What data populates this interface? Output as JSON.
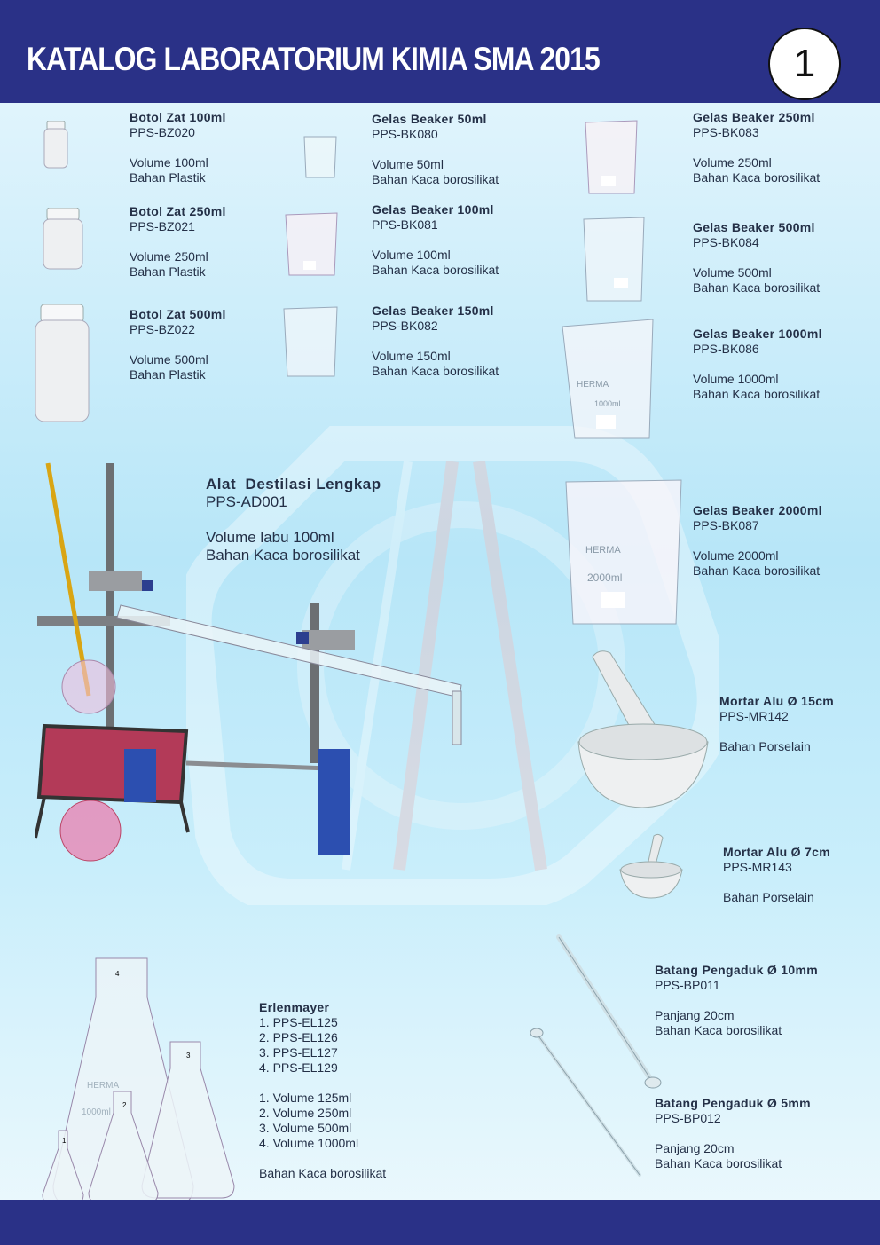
{
  "header": {
    "title": "KATALOG LABORATORIUM KIMIA SMA 2015",
    "page_number": "1"
  },
  "products": [
    {
      "name": "Botol Zat 100ml",
      "code": "PPS-BZ020",
      "lines": [
        "Volume 100ml",
        "Bahan Plastik"
      ]
    },
    {
      "name": "Botol Zat 250ml",
      "code": "PPS-BZ021",
      "lines": [
        "Volume 250ml",
        "Bahan Plastik"
      ]
    },
    {
      "name": "Botol Zat 500ml",
      "code": "PPS-BZ022",
      "lines": [
        "Volume 500ml",
        "Bahan Plastik"
      ]
    },
    {
      "name": "Gelas Beaker 50ml",
      "code": "PPS-BK080",
      "lines": [
        "Volume 50ml",
        "Bahan Kaca borosilikat"
      ]
    },
    {
      "name": "Gelas Beaker 100ml",
      "code": "PPS-BK081",
      "lines": [
        "Volume 100ml",
        "Bahan Kaca borosilikat"
      ]
    },
    {
      "name": "Gelas Beaker 150ml",
      "code": "PPS-BK082",
      "lines": [
        "Volume 150ml",
        "Bahan Kaca borosilikat"
      ]
    },
    {
      "name": "Gelas Beaker 250ml",
      "code": "PPS-BK083",
      "lines": [
        "Volume 250ml",
        "Bahan Kaca borosilikat"
      ]
    },
    {
      "name": "Gelas Beaker 500ml",
      "code": "PPS-BK084",
      "lines": [
        "Volume 500ml",
        "Bahan Kaca borosilikat"
      ]
    },
    {
      "name": "Gelas Beaker 1000ml",
      "code": "PPS-BK086",
      "lines": [
        "Volume 1000ml",
        "Bahan Kaca borosilikat"
      ]
    },
    {
      "name": "Alat  Destilasi Lengkap",
      "code": "PPS-AD001",
      "lines": [
        "Volume labu 100ml",
        "Bahan Kaca borosilikat"
      ]
    },
    {
      "name": "Gelas Beaker 2000ml",
      "code": "PPS-BK087",
      "lines": [
        "Volume 2000ml",
        "Bahan Kaca borosilikat"
      ]
    },
    {
      "name": "Mortar Alu Ø 15cm",
      "code": "PPS-MR142",
      "lines": [
        "Bahan Porselain"
      ]
    },
    {
      "name": "Mortar Alu Ø 7cm",
      "code": "PPS-MR143",
      "lines": [
        "Bahan Porselain"
      ]
    },
    {
      "name": "Batang Pengaduk Ø 10mm",
      "code": "PPS-BP011",
      "lines": [
        "Panjang 20cm",
        "Bahan Kaca borosilikat"
      ]
    },
    {
      "name": "Batang Pengaduk Ø 5mm",
      "code": "PPS-BP012",
      "lines": [
        "Panjang 20cm",
        "Bahan Kaca borosilikat"
      ]
    }
  ],
  "erlenmeyer": {
    "name": "Erlenmayer",
    "codes": [
      "1. PPS-EL125",
      "2. PPS-EL126",
      "3. PPS-EL127",
      "4. PPS-EL129"
    ],
    "volumes": [
      "1. Volume 125ml",
      "2. Volume 250ml",
      "3. Volume 500ml",
      "4. Volume 1000ml"
    ],
    "material": "Bahan Kaca borosilikat",
    "flask_numbers": [
      "1",
      "2",
      "3",
      "4"
    ]
  },
  "image_labels": {
    "herma": "HERMA",
    "beaker_2000": "2000ml",
    "beaker_1000": "1000ml",
    "flask_1000": "1000ml"
  }
}
